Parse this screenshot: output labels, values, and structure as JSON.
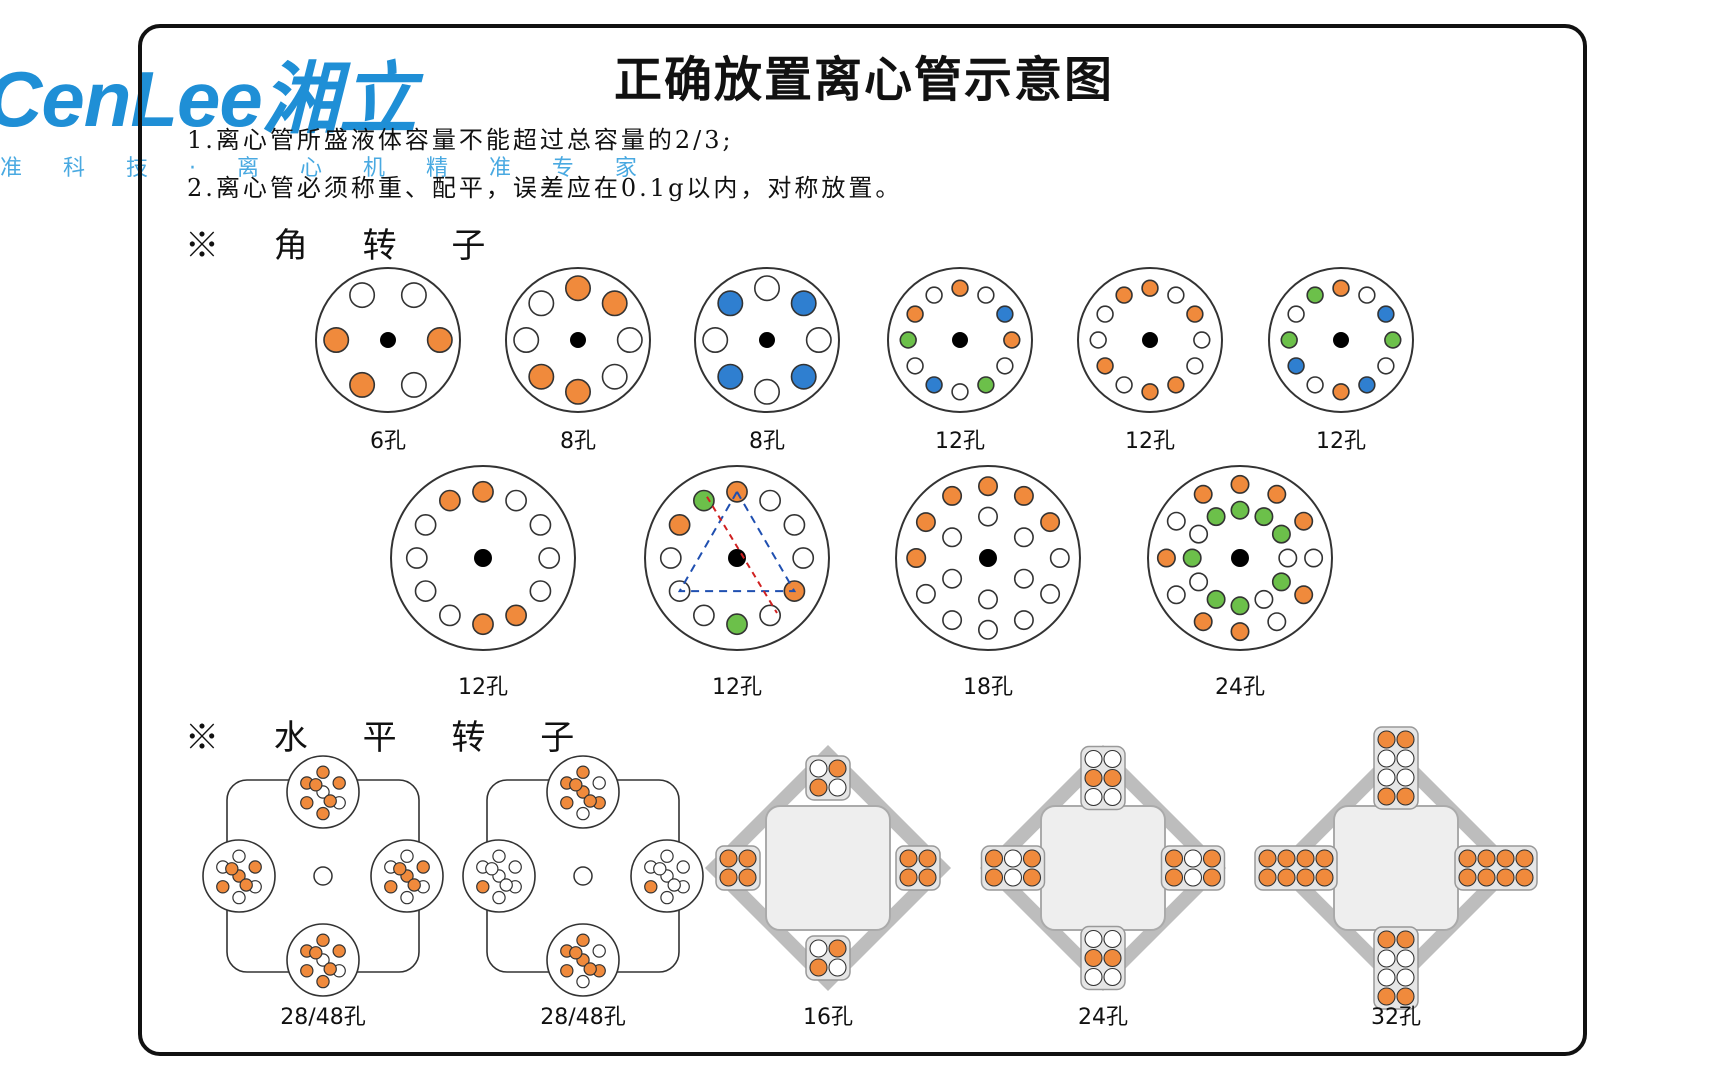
{
  "logo": {
    "brand": "CenLee",
    "chinese": "湘立",
    "tagline": "准 科 技 · 离 心 机 精 准 专 家"
  },
  "title": "正确放置离心管示意图",
  "rules": [
    "1.离心管所盛液体容量不能超过总容量的2/3;",
    "2.离心管必须称重、配平，误差应在0.1g以内，对称放置。"
  ],
  "sections": {
    "angle_rotor": "※ 角 转 子",
    "swing_rotor": "※ 水 平 转 子"
  },
  "colors": {
    "orange": "#f08a3c",
    "blue": "#2f7fd0",
    "green": "#6cc04a",
    "empty": "#ffffff",
    "stroke": "#333333"
  },
  "angle_rotors": [
    {
      "label": "6孔",
      "holes": "EOEOOE",
      "mode": "std6"
    },
    {
      "label": "8孔",
      "holes": "OOEEOOEE",
      "mode": "std8"
    },
    {
      "label": "8孔",
      "holes": "EBEBEBEB",
      "mode": "std8"
    },
    {
      "label": "12孔",
      "holes": "OEBOEGEBEGOE",
      "mode": "std12"
    },
    {
      "label": "12孔",
      "holes": "OEOEEOOEOEEO",
      "mode": "std12"
    },
    {
      "label": "12孔",
      "holes": "OEBGEBOEBGEG",
      "mode": "std12"
    },
    {
      "label": "12孔",
      "holes": "OEEEEOOEEEEO",
      "mode": "std12"
    },
    {
      "label": "12孔",
      "holes": "OEEEOEGEEEOG",
      "mode": "std12"
    },
    {
      "label": "18孔",
      "holes": "OOOEEEEEEOOOEEEEEE",
      "mode": "std18"
    },
    {
      "label": "24孔",
      "holes": "OOOEOEOOEOEOGGGEGEGGEGEG",
      "mode": "std24"
    }
  ],
  "swing_rotors": [
    {
      "label": "28/48孔"
    },
    {
      "label": "28/48孔"
    },
    {
      "label": "16孔"
    },
    {
      "label": "24孔"
    },
    {
      "label": "32孔"
    }
  ]
}
